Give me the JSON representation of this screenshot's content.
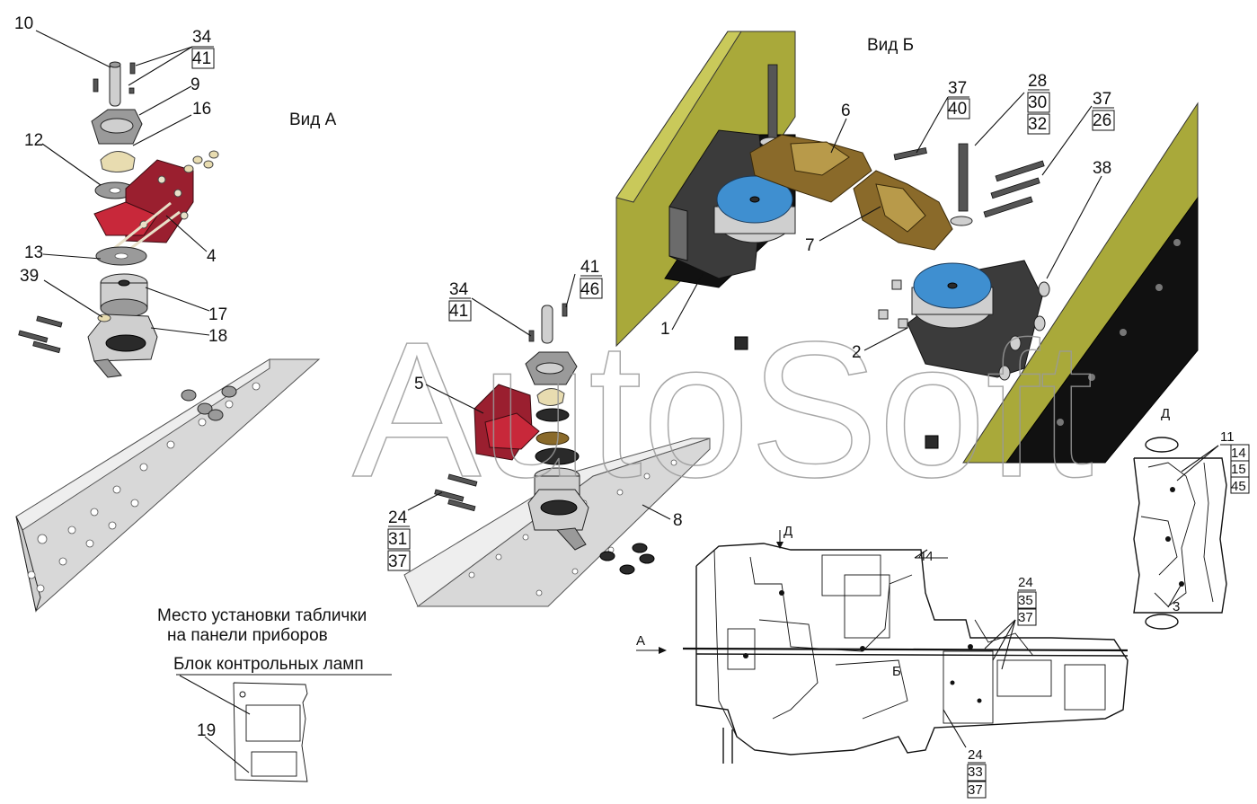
{
  "views": {
    "view_a": "Вид А",
    "view_b": "Вид Б",
    "view_d": "Д",
    "arrow_a": "А",
    "arrow_d": "Д",
    "mark_b": "Б"
  },
  "watermark": "AutoSoft",
  "panel": {
    "caption_line1": "Место установки таблички",
    "caption_line2": "на панели приборов",
    "title": "Блок контрольных ламп"
  },
  "callouts": {
    "c10": "10",
    "c34a": "34",
    "c41a": "41",
    "c9": "9",
    "c16": "16",
    "c12": "12",
    "c4": "4",
    "c13": "13",
    "c39": "39",
    "c17": "17",
    "c18": "18",
    "c6": "6",
    "c37a": "37",
    "c40": "40",
    "c28": "28",
    "c30": "30",
    "c32": "32",
    "c37b": "37",
    "c26": "26",
    "c38": "38",
    "c7": "7",
    "c1": "1",
    "c2": "2",
    "c34b": "34",
    "c41b": "41",
    "c41c": "41",
    "c46": "46",
    "c5": "5",
    "c8": "8",
    "c24a": "24",
    "c31": "31",
    "c37c": "37",
    "c19": "19",
    "c44": "44",
    "c24b": "24",
    "c35": "35",
    "c37d": "37",
    "c24c": "24",
    "c33": "33",
    "c37e": "37",
    "c11": "11",
    "c14": "14",
    "c15": "15",
    "c45": "45",
    "c3": "3"
  }
}
